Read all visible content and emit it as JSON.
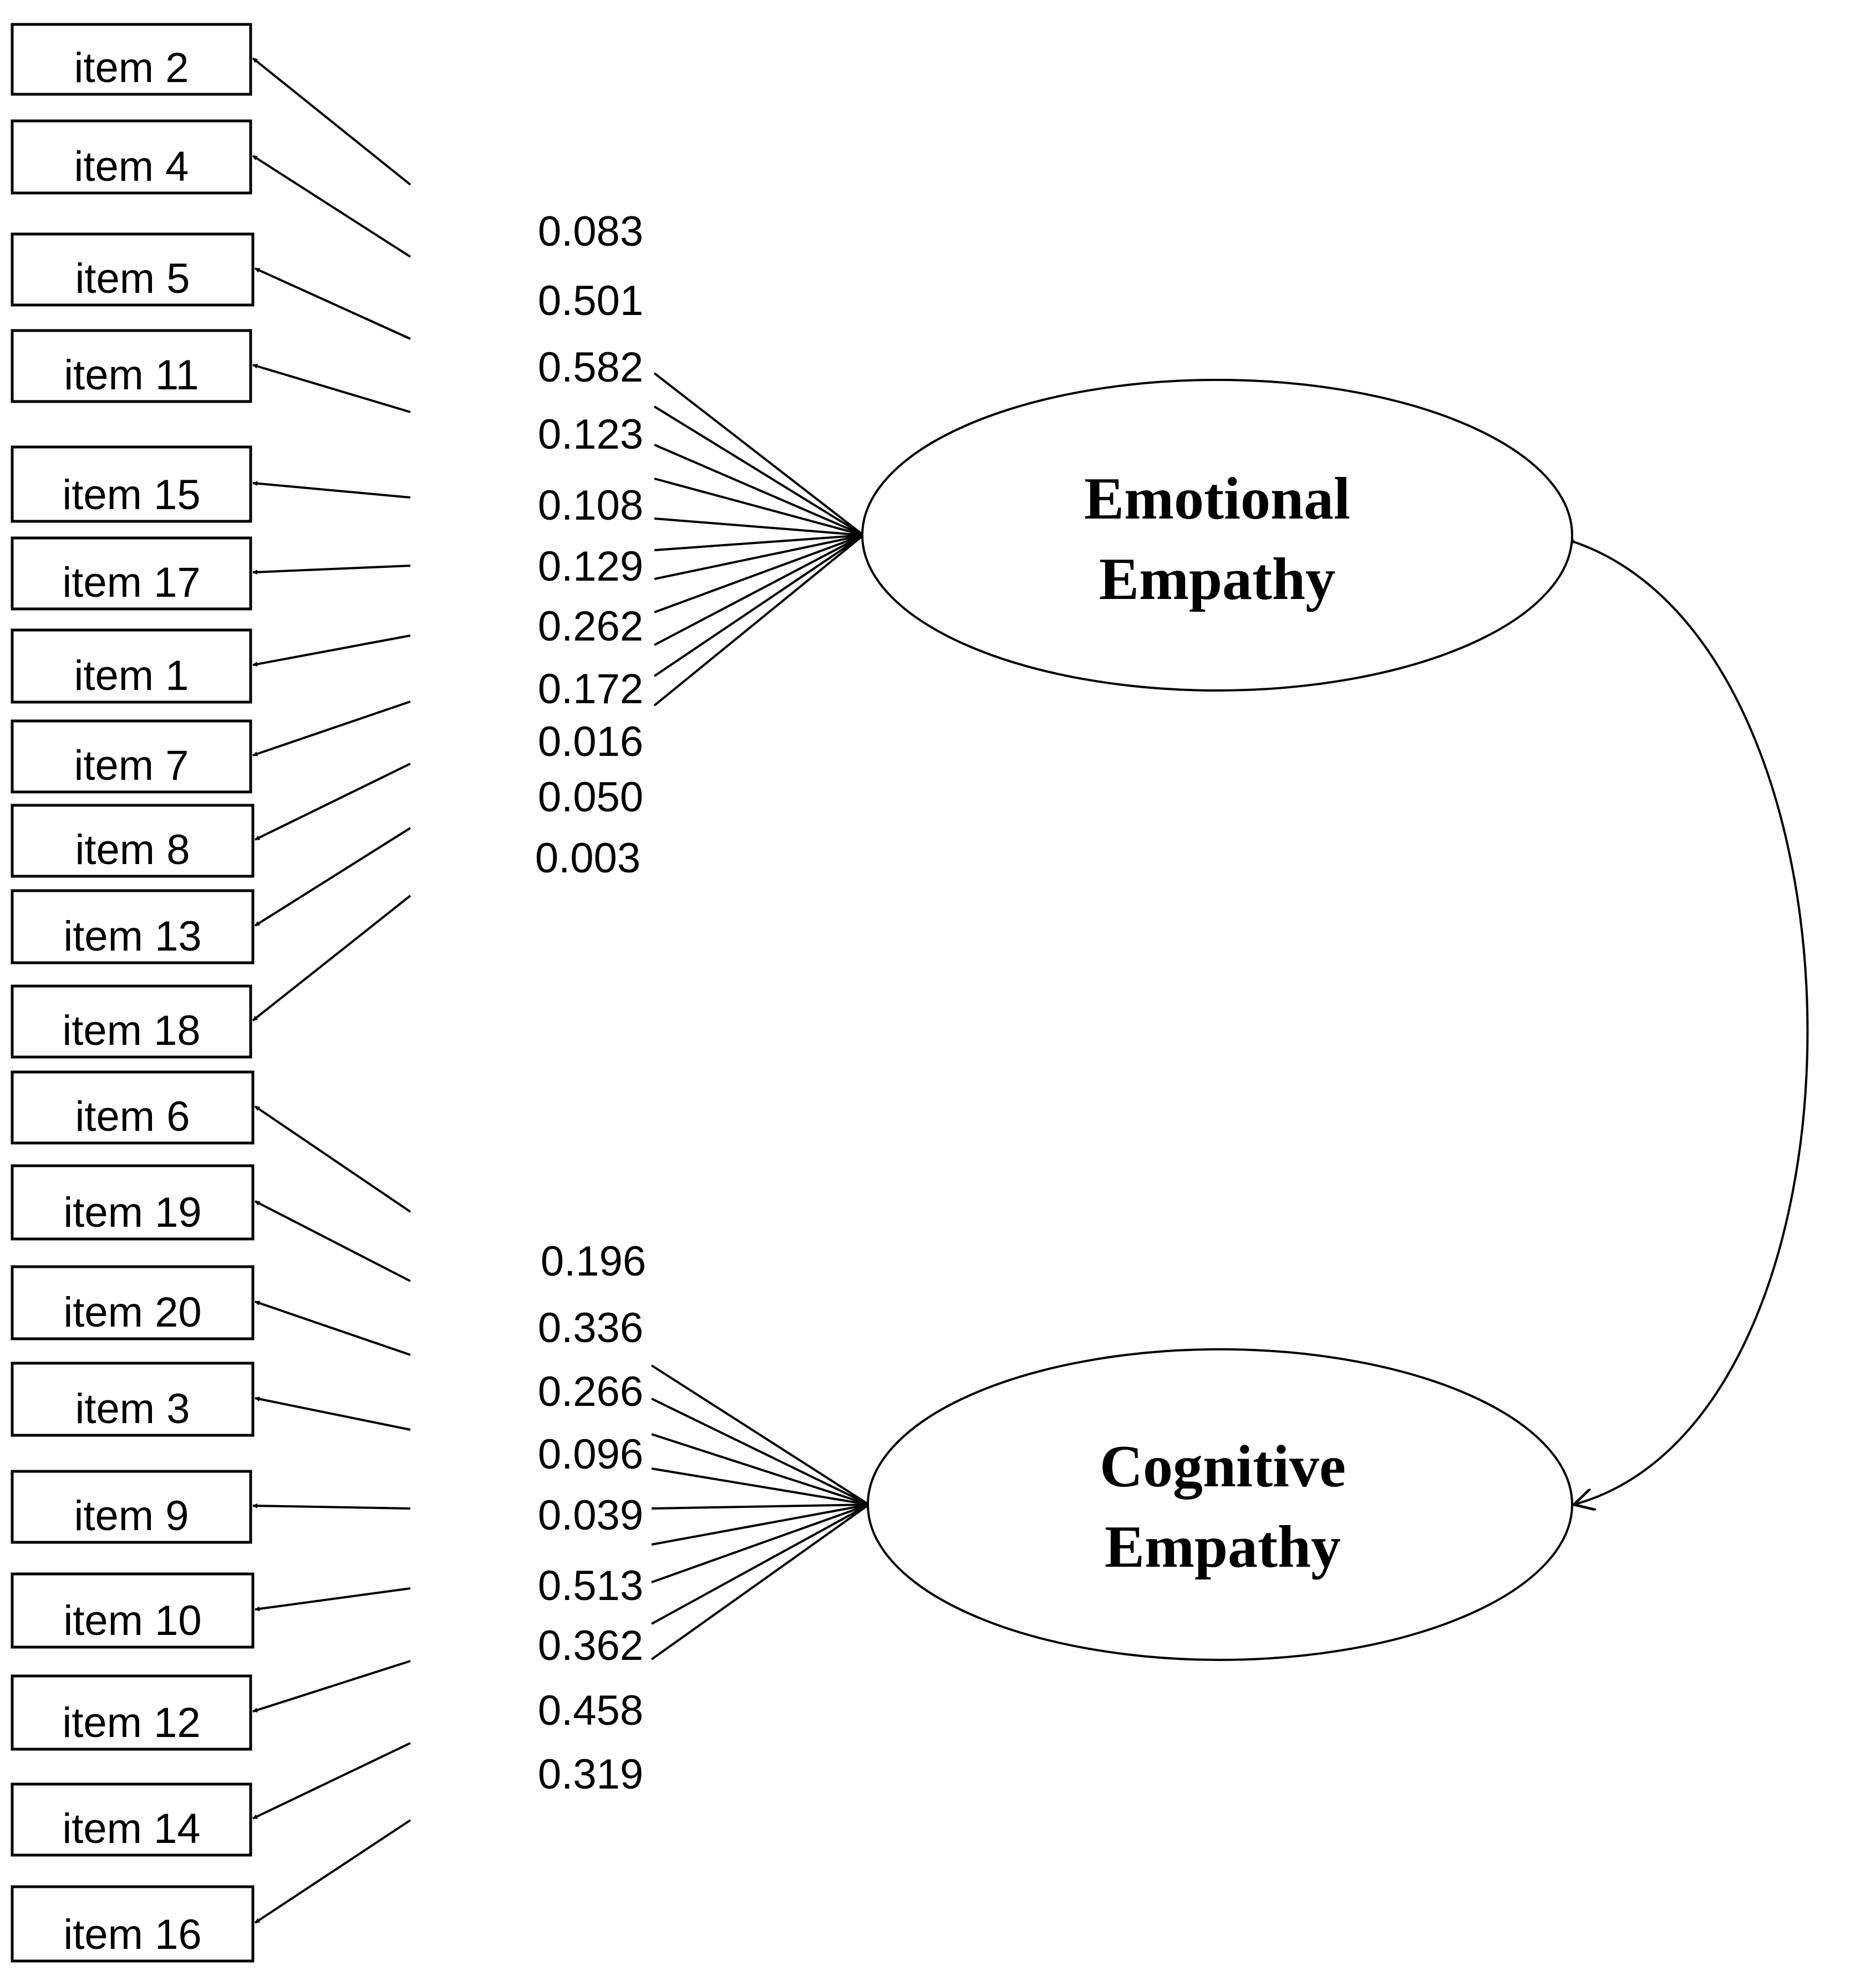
{
  "factors": {
    "emotional": {
      "line1": "Emotional",
      "line2": "Empathy"
    },
    "cognitive": {
      "line1": "Cognitive",
      "line2": "Empathy"
    }
  },
  "emotional_items": [
    {
      "label": "item 2",
      "value": "0.083"
    },
    {
      "label": "item 4",
      "value": "0.501"
    },
    {
      "label": "item 5",
      "value": "0.582"
    },
    {
      "label": "item 11",
      "value": "0.123"
    },
    {
      "label": "item 15",
      "value": "0.108"
    },
    {
      "label": "item 17",
      "value": "0.129"
    },
    {
      "label": "item 1",
      "value": "0.262"
    },
    {
      "label": "item 7",
      "value": "0.172"
    },
    {
      "label": "item 8",
      "value": "0.016"
    },
    {
      "label": "item 13",
      "value": "0.050"
    },
    {
      "label": "item 18",
      "value": "0.003"
    }
  ],
  "cognitive_items": [
    {
      "label": "item 6",
      "value": "0.196"
    },
    {
      "label": "item 19",
      "value": "0.336"
    },
    {
      "label": "item 20",
      "value": "0.266"
    },
    {
      "label": "item 3",
      "value": "0.096"
    },
    {
      "label": "item 9",
      "value": "0.039"
    },
    {
      "label": "item 10",
      "value": "0.513"
    },
    {
      "label": "item 12",
      "value": "0.362"
    },
    {
      "label": "item 14",
      "value": "0.458"
    },
    {
      "label": "item 16",
      "value": "0.319"
    }
  ]
}
